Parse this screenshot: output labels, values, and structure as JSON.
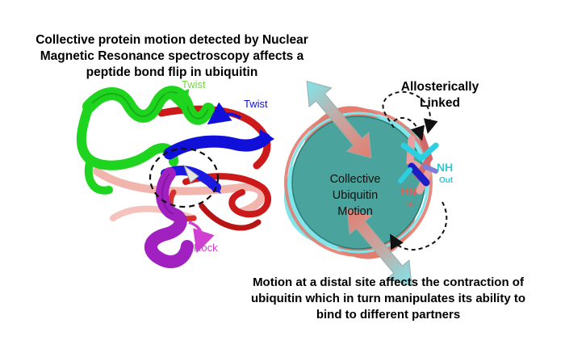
{
  "title_lines": [
    "Collective protein motion detected by Nuclear",
    "Magnetic Resonance spectroscopy affects a",
    "peptide bond flip in ubiquitin"
  ],
  "labels": {
    "twist_green": "Twist",
    "twist_blue": "Twist",
    "rock": "Rock",
    "allosterically": "Allosterically",
    "linked": "Linked",
    "collective_lines": [
      "Collective",
      "Ubiquitin",
      "Motion"
    ],
    "hn": "HN",
    "in": "In",
    "nh": "NH",
    "out": "Out"
  },
  "caption_lines": [
    "Motion at a distal site affects the contraction of",
    "ubiquitin which in turn manipulates its ability to",
    "bind to different partners"
  ],
  "colors": {
    "helix_green": "#1fd41f",
    "strand_blue": "#1010d8",
    "loop_red": "#cc1a1a",
    "purple": "#a020c0",
    "pink_label": "#d040d0",
    "cyan": "#7fe6ec",
    "salmon": "#e27d70",
    "teal_fill": "#4aa39c",
    "hn_color": "#e0605a",
    "nh_color": "#30c8d8"
  },
  "icons": [
    "double-arrow-icon",
    "dashed-curved-arrow-icon",
    "dashed-circle-icon"
  ]
}
